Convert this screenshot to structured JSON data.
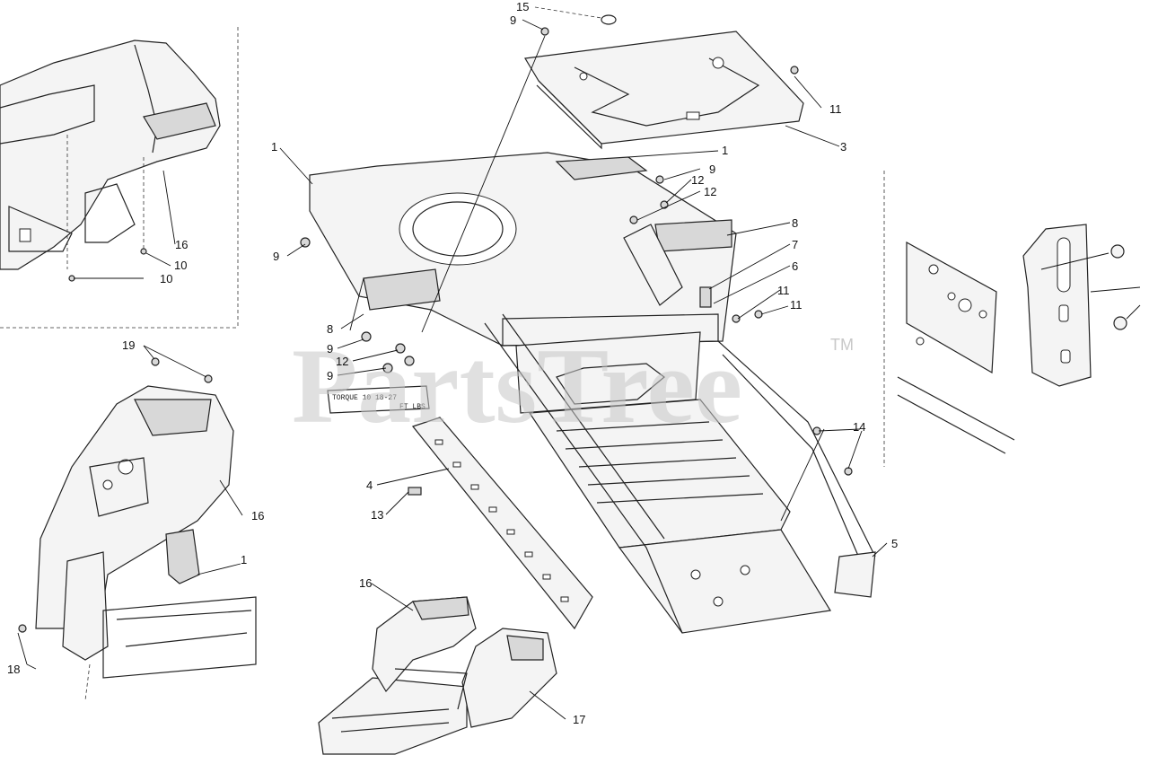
{
  "watermark": {
    "text": "PartsTree",
    "tm": "TM"
  },
  "frame_stamp": {
    "line1": "TORQUE 10 18-27",
    "line2": "FT LBS"
  },
  "callouts": {
    "c1a": "1",
    "c1b": "1",
    "c1c": "1",
    "c3": "3",
    "c4": "4",
    "c5": "5",
    "c6": "6",
    "c7": "7",
    "c8a": "8",
    "c8b": "8",
    "c9a": "9",
    "c9b": "9",
    "c9c": "9",
    "c9d": "9",
    "c9e": "9",
    "c10a": "10",
    "c10b": "10",
    "c11a": "11",
    "c11b": "11",
    "c11c": "11",
    "c12a": "12",
    "c12b": "12",
    "c12c": "12",
    "c13": "13",
    "c14": "14",
    "c15": "15",
    "c16a": "16",
    "c16b": "16",
    "c16c": "16",
    "c17": "17",
    "c18": "18",
    "c19": "19"
  }
}
